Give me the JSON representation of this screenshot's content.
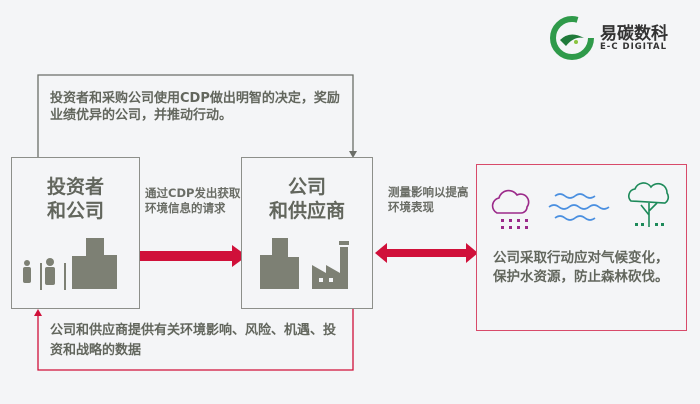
{
  "logo": {
    "name_cn": "易碳数科",
    "name_en": "E-C DIGITAL"
  },
  "top_loop_text": "投资者和采购公司使用CDP做出明智的决定，奖励业绩优异的公司，并推动行动。",
  "box_investors": {
    "title_line1": "投资者",
    "title_line2": "和公司"
  },
  "box_companies": {
    "title_line1": "公司",
    "title_line2": "和供应商"
  },
  "arrow1_text": "通过CDP发出获取环境信息的请求",
  "arrow2_text": "测量影响以提高环境表现",
  "right_box_text": "公司采取行动应对气候变化，保护水资源，防止森林砍伐。",
  "bottom_loop_text": "公司和供应商提供有关环境影响、风险、机遇、投资和战略的数据",
  "colors": {
    "red": "#d0103a",
    "gray": "#7d8074",
    "purple": "#9b2a8a",
    "blue": "#4a8fe0",
    "green": "#1d8a5a"
  }
}
